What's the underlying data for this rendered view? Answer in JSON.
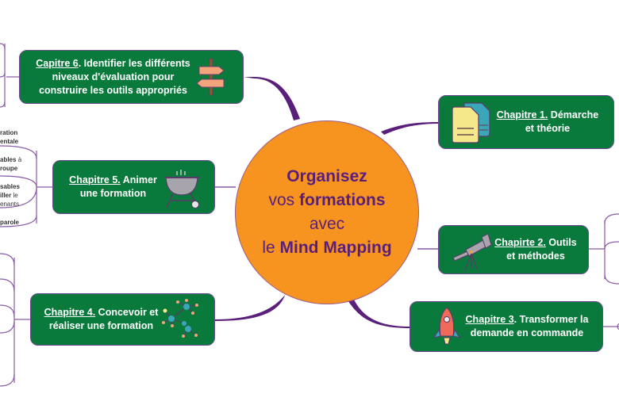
{
  "central_topic": {
    "line1": "Organisez",
    "line2_prefix": "vos ",
    "line2_bold": "formations",
    "line3": "avec",
    "line4_prefix": "le ",
    "line4_bold": "Mind Mapping"
  },
  "chapters": [
    {
      "id": 1,
      "link": "Chapitre 1.",
      "text_line1": " Démarche",
      "text_line2": "et théorie",
      "icon": "documents-icon"
    },
    {
      "id": 2,
      "link": "Chapirte 2.",
      "text_line1": " Outils",
      "text_line2": "et méthodes",
      "icon": "telescope-icon"
    },
    {
      "id": 3,
      "link": "Chapitre 3",
      "text_line1": ". Transformer la",
      "text_line2": "demande en commande",
      "icon": "rocket-icon"
    },
    {
      "id": 4,
      "link": "Chapitre 4.",
      "text_line1": " Concevoir et",
      "text_line2": "réaliser une formation",
      "icon": "network-icon"
    },
    {
      "id": 5,
      "link": "Chapitre 5.",
      "text_line1": " Animer",
      "text_line2": "une formation",
      "icon": "barbecue-grill-icon"
    },
    {
      "id": 6,
      "link": "Capitre 6",
      "text_line1": ". Identifier les différents",
      "text_line2": "niveaux d'évaluation pour",
      "text_line3": "construire les outils appropriés",
      "icon": "signpost-icon"
    }
  ],
  "chapter5_subtopics_fragments": [
    {
      "l1": "ration",
      "l2": "entale"
    },
    {
      "l1_bold": "ables",
      "l1_light": " à",
      "l2": "roupe"
    },
    {
      "l1": "sables",
      "l2_bold": "iller",
      "l2_light": " le",
      "l3": "enants"
    },
    {
      "l1": "parole"
    }
  ],
  "colors": {
    "node_fill": "#0a7a3c",
    "center_fill": "#f7941f",
    "branch": "#5a1f7a",
    "center_text": "#5a1f7a"
  }
}
